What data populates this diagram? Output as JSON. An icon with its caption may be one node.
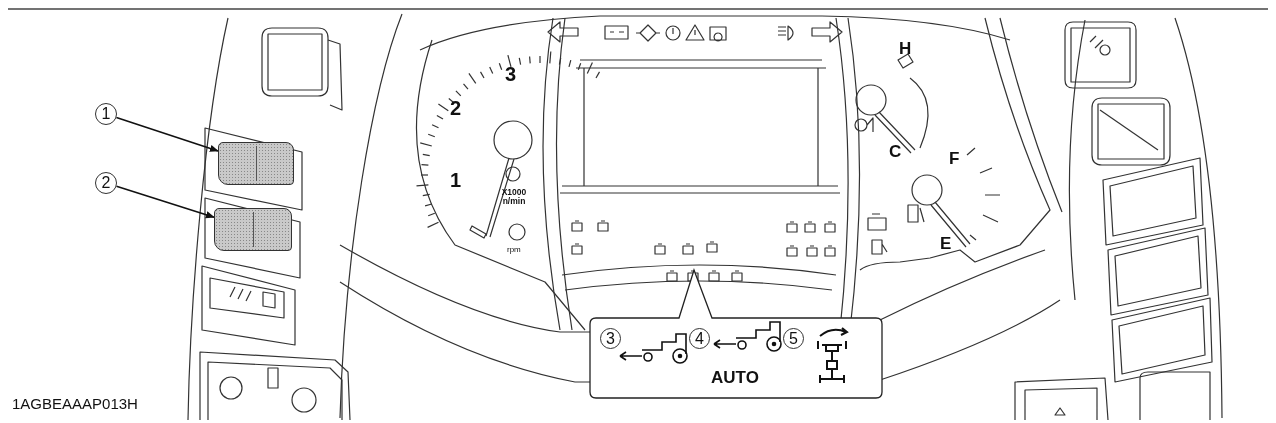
{
  "diagram": {
    "nodes": [
      {
        "text": [
          "1"
        ]
      },
      {
        "text": [],
        "shape": "box"
      },
      {
        "text": [
          "2"
        ]
      },
      {
        "text": [],
        "shape": "box"
      },
      {
        "text": [
          "3"
        ]
      },
      {
        "text": [
          "4"
        ]
      },
      {
        "text": [
          "5"
        ]
      }
    ],
    "edges": [
      {
        "from": 0,
        "to": 1,
        "arrow": "to"
      },
      {
        "from": 2,
        "to": 3,
        "arrow": "to"
      }
    ],
    "labels": [
      "3",
      "2",
      "1",
      "X1000 n/min",
      "rpm",
      "H",
      "C",
      "F",
      "E",
      "AUTO",
      "1AGBEAAAP013H"
    ]
  }
}
